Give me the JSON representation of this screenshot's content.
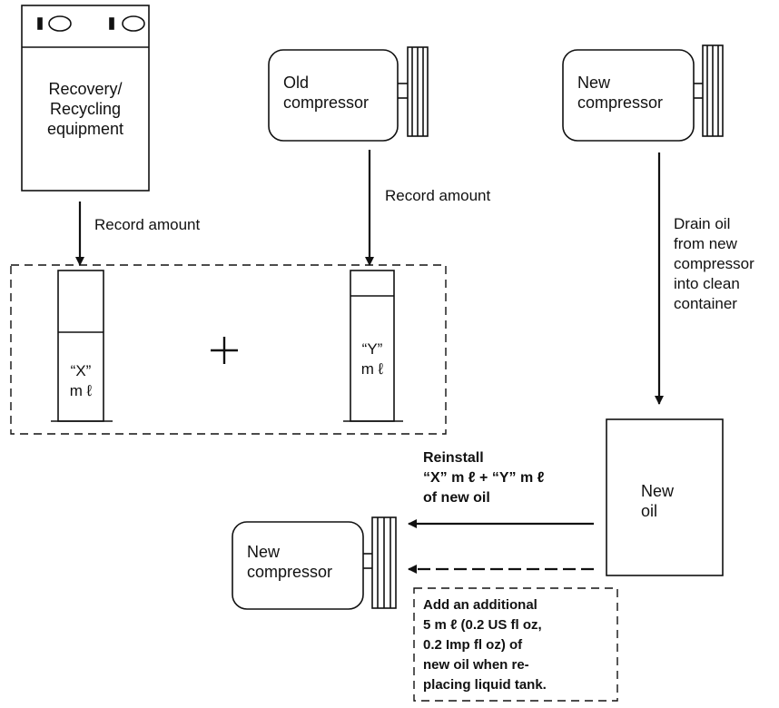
{
  "recovery_equipment": {
    "label": "Recovery/\nRecycling\nequipment"
  },
  "old_compressor": {
    "label": "Old\ncompressor"
  },
  "new_compressor_top": {
    "label": "New\ncompressor"
  },
  "record_amount_left": "Record amount",
  "record_amount_right": "Record amount",
  "drain_oil": "Drain oil\nfrom new\ncompressor\ninto clean\ncontainer",
  "cylinder_x": {
    "label": "“X”\nm ℓ"
  },
  "cylinder_y": {
    "label": "“Y”\nm ℓ"
  },
  "plus_sign": "+",
  "new_oil": {
    "label": "New\noil"
  },
  "reinstall": "Reinstall\n“X” m ℓ  +  “Y” m ℓ\nof new oil",
  "new_compressor_bottom": {
    "label": "New\ncompressor"
  },
  "additional_note": "Add an additional\n5 m ℓ  (0.2 US fl oz,\n0.2 Imp fl oz) of\nnew oil when re-\nplacing liquid tank."
}
